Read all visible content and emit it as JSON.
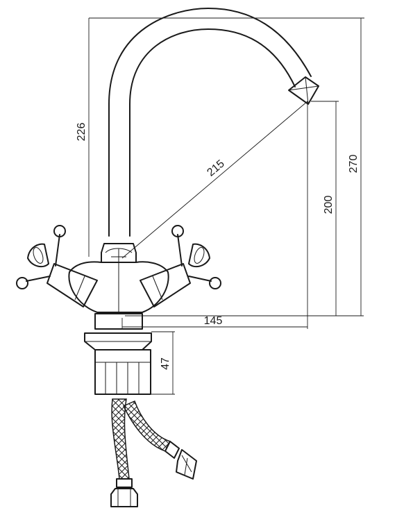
{
  "diagram": {
    "dimensions": {
      "overall_height": "270",
      "spout_height": "200",
      "body_to_spout_top": "226",
      "spout_reach": "215",
      "spout_projection": "145",
      "shank_length": "47"
    },
    "colors": {
      "line": "#1a1a1a",
      "background": "#ffffff"
    }
  }
}
